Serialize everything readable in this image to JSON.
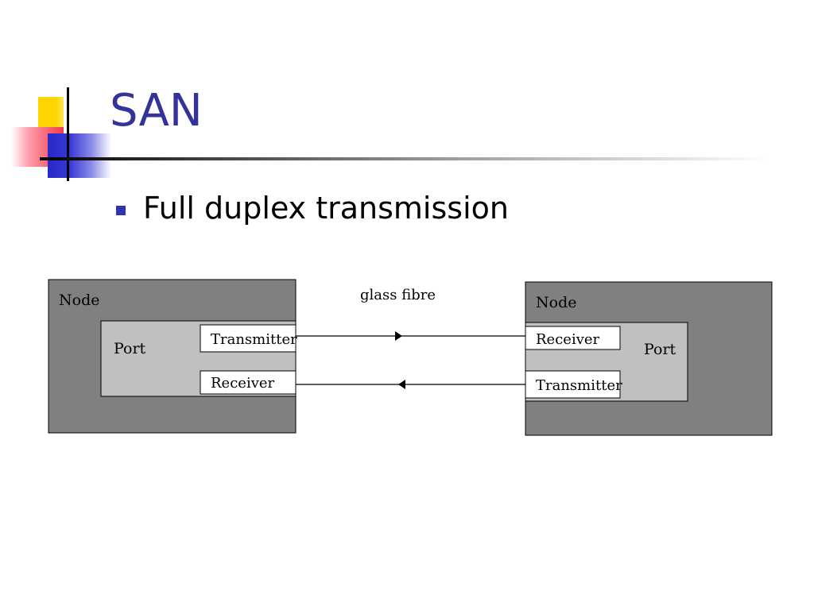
{
  "slide": {
    "title": "SAN",
    "bullets": [
      "Full duplex transmission"
    ]
  },
  "diagram": {
    "link_label": "glass fibre",
    "left_node": {
      "node_label": "Node",
      "port_label": "Port",
      "top_unit": "Transmitter",
      "bottom_unit": "Receiver"
    },
    "right_node": {
      "node_label": "Node",
      "port_label": "Port",
      "top_unit": "Receiver",
      "bottom_unit": "Transmitter"
    },
    "colors": {
      "node_fill": "#808080",
      "port_fill": "#c0c0c0",
      "unit_fill": "#ffffff",
      "title": "#333399",
      "bullet": "#3333aa"
    }
  }
}
